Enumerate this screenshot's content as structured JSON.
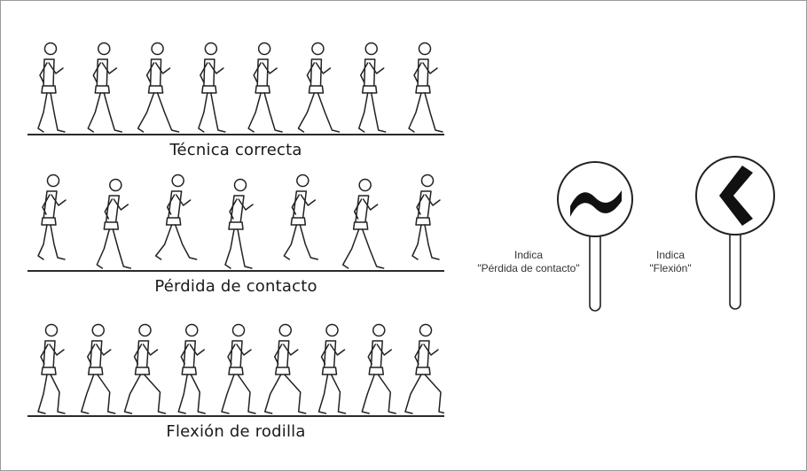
{
  "rows": [
    {
      "caption": "Técnica correcta",
      "style": "walk",
      "count": 8
    },
    {
      "caption": "Pérdida de contacto",
      "style": "run",
      "count": 7
    },
    {
      "caption": "Flexión de rodilla",
      "style": "bent",
      "count": 9
    }
  ],
  "signs": [
    {
      "icon": "wavy-line-icon",
      "caption_line1": "Indica",
      "caption_line2": "\"Pérdida de contacto\""
    },
    {
      "icon": "chevron-left-icon",
      "caption_line1": "Indica",
      "caption_line2": "\"Flexión\""
    }
  ],
  "colors": {
    "ink": "#1a1a1a",
    "chevron": "#111111",
    "frame": "#9a9a9a"
  }
}
